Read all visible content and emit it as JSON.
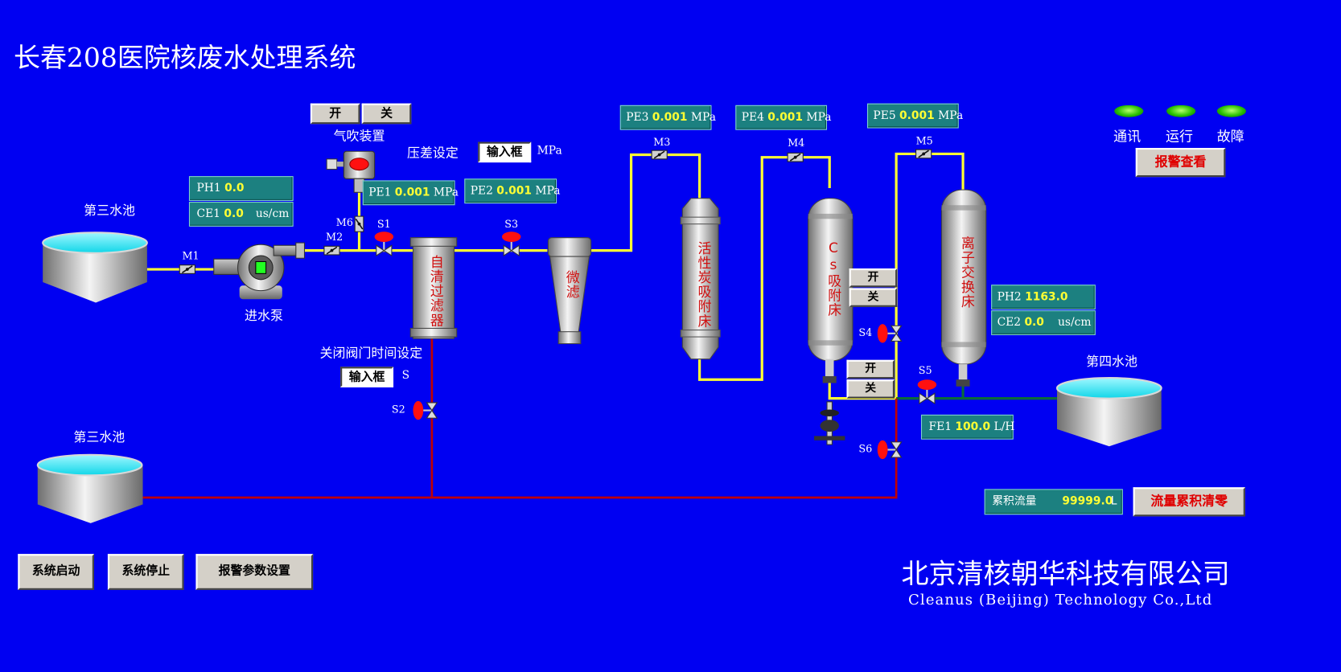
{
  "header": {
    "title": "长春208医院核废水处理系统"
  },
  "status": {
    "comm_label": "通讯",
    "run_label": "运行",
    "fault_label": "故障",
    "alarm_view_label": "报警查看",
    "led_color": "#27c000"
  },
  "tanks": {
    "tank3a_label": "第三水池",
    "tank3b_label": "第三水池",
    "tank4_label": "第四水池"
  },
  "pump": {
    "label": "进水泵"
  },
  "air_blow": {
    "label": "气吹装置",
    "open_label": "开",
    "close_label": "关"
  },
  "pressure_setting": {
    "label": "压差设定",
    "input_label": "输入框",
    "unit": "MPa"
  },
  "valve_close_setting": {
    "label": "关闭阀门时间设定",
    "input_label": "输入框",
    "unit": "S"
  },
  "readings": {
    "ph1": {
      "name": "PH1",
      "value": "0.0"
    },
    "ce1": {
      "name": "CE1",
      "value": "0.0",
      "unit": "us/cm"
    },
    "pe1": {
      "name": "PE1",
      "value": "0.001",
      "unit": "MPa"
    },
    "pe2": {
      "name": "PE2",
      "value": "0.001",
      "unit": "MPa"
    },
    "pe3": {
      "name": "PE3",
      "value": "0.001",
      "unit": "MPa"
    },
    "pe4": {
      "name": "PE4",
      "value": "0.001",
      "unit": "MPa"
    },
    "pe5": {
      "name": "PE5",
      "value": "0.001",
      "unit": "MPa"
    },
    "ph2": {
      "name": "PH2",
      "value": "1163.0"
    },
    "ce2": {
      "name": "CE2",
      "value": "0.0",
      "unit": "us/cm"
    },
    "fe1": {
      "name": "FE1",
      "value": "100.0",
      "unit": "L/H"
    }
  },
  "equipment": {
    "self_clean_filter": "自清过滤器",
    "micro_filter": "微滤",
    "carbon_bed": "活性炭吸附床",
    "cs_bed": "Cs吸附床",
    "ion_bed": "离子交换床"
  },
  "valves": {
    "m1": "M1",
    "m2": "M2",
    "m3": "M3",
    "m4": "M4",
    "m5": "M5",
    "m6": "M6",
    "s1": "S1",
    "s2": "S2",
    "s3": "S3",
    "s4": "S4",
    "s5": "S5",
    "s6": "S6"
  },
  "cs_controls": {
    "open1": "开",
    "close1": "关",
    "open2": "开",
    "close2": "关"
  },
  "flow_total": {
    "label": "累积流量",
    "value": "99999.0",
    "unit": "L",
    "reset_label": "流量累积清零"
  },
  "system_buttons": {
    "start": "系统启动",
    "stop": "系统停止",
    "alarm_params": "报警参数设置"
  },
  "company": {
    "name_cn": "北京清核朝华科技有限公司",
    "name_en": "Cleanus (Beijing) Technology Co.,Ltd"
  },
  "colors": {
    "background": "#0000f2",
    "water_pipe": "#ffff33",
    "drain_pipe": "#c00000",
    "outlet_pipe": "#0a6a3a",
    "panel": "#1c8080",
    "value_text": "#ffff33"
  }
}
